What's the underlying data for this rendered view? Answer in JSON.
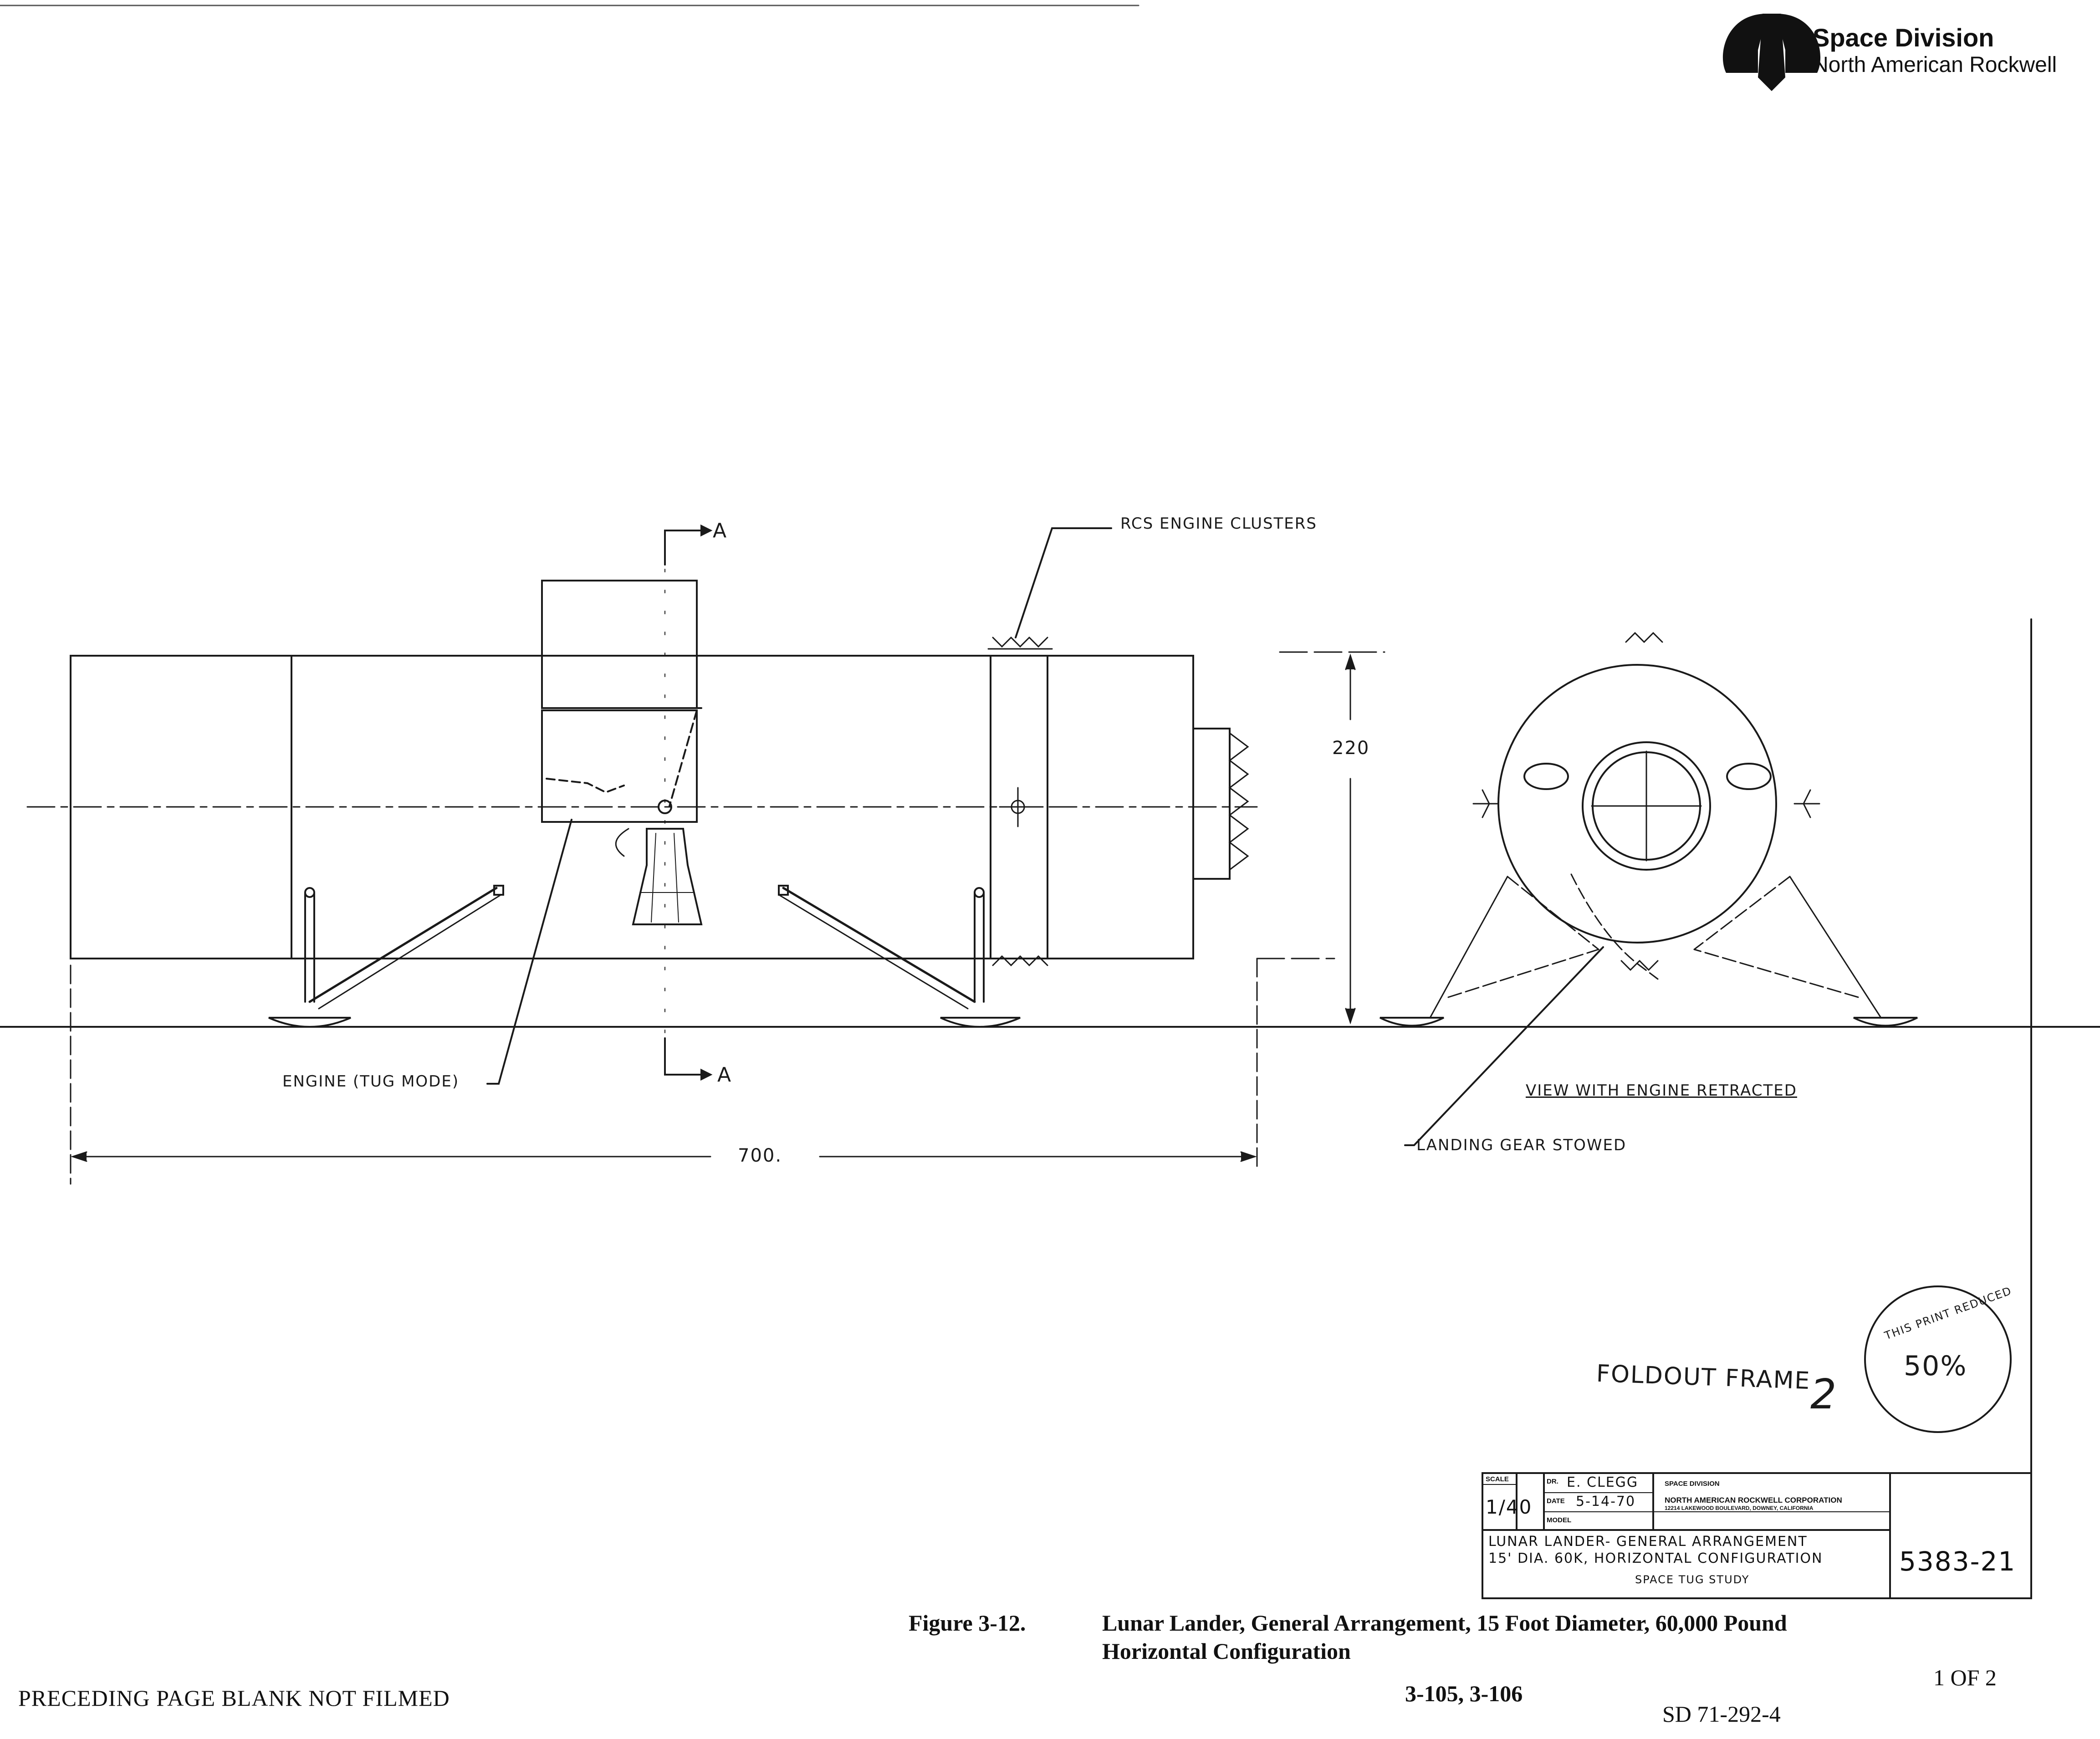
{
  "logo": {
    "division": "Space Division",
    "company": "North American Rockwell"
  },
  "drawing": {
    "section_marker": "A",
    "callouts": {
      "rcs": "RCS ENGINE CLUSTERS",
      "engine": "ENGINE (TUG MODE)",
      "landing_gear": "LANDING GEAR STOWED",
      "view_note": "VIEW WITH ENGINE RETRACTED"
    },
    "dimensions": {
      "height": "220",
      "length": "700."
    },
    "foldout": "FOLDOUT FRAME",
    "foldout_number": "2",
    "stamp": {
      "text": "THIS PRINT REDUCED",
      "value": "50%"
    }
  },
  "title_block": {
    "scale_label": "SCALE",
    "scale": "1/40",
    "dr_label": "DR.",
    "drafter": "E. CLEGG",
    "date_label": "DATE",
    "date": "5-14-70",
    "model_label": "MODEL",
    "org_line1": "SPACE DIVISION",
    "org_line2": "NORTH AMERICAN ROCKWELL CORPORATION",
    "org_line3": "12214 LAKEWOOD BOULEVARD, DOWNEY, CALIFORNIA",
    "title_line1": "LUNAR LANDER- GENERAL ARRANGEMENT",
    "title_line2": "15' DIA. 60K, HORIZONTAL CONFIGURATION",
    "title_line3": "SPACE TUG STUDY",
    "drawing_number": "5383-21"
  },
  "caption": {
    "label": "Figure 3-12.",
    "line1": "Lunar Lander, General Arrangement, 15 Foot Diameter, 60,000 Pound",
    "line2": "Horizontal Configuration"
  },
  "footer": {
    "preceding": "PRECEDING PAGE BLANK NOT FILMED",
    "pages": "3-105, 3-106",
    "sheet": "1 OF 2",
    "doc_number": "SD 71-292-4"
  }
}
